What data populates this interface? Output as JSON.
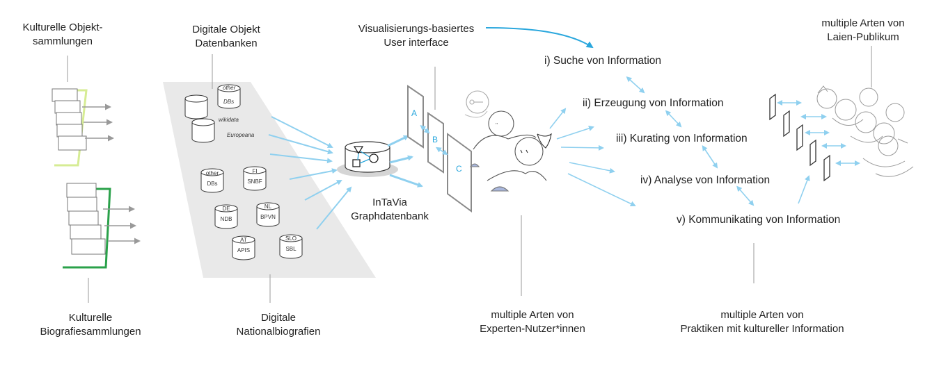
{
  "labels": {
    "kulturelle_objekt": [
      "Kulturelle Objekt-",
      "sammlungen"
    ],
    "digitale_objekt": [
      "Digitale Objekt",
      "Datenbanken"
    ],
    "vis_ui": [
      "Visualisierungs-basiertes",
      "User interface"
    ],
    "laien": [
      "multiple Arten von",
      "Laien-Publikum"
    ],
    "kulturelle_bio": [
      "Kulturelle",
      "Biografiesammlungen"
    ],
    "digitale_national": [
      "Digitale",
      "Nationalbiografien"
    ],
    "intavia": [
      "InTaVia",
      "Graphdatenbank"
    ],
    "experten": [
      "multiple Arten von",
      "Experten-Nutzer*innen"
    ],
    "praktiken": [
      "multiple Arten von",
      "Praktiken mit kultureller Information"
    ]
  },
  "steps": [
    "i)  Suche von Information",
    "ii)  Erzeugung von Information",
    "iii)  Kurating von Information",
    "iv)  Analyse von Information",
    "v)  Kommunikating von Information"
  ],
  "object_dbs": {
    "other_top": "other",
    "other_bottom": "DBs",
    "wikidata": "wikidata",
    "europeana": "Europeana"
  },
  "bio_dbs": [
    {
      "top": "other",
      "bottom": "DBs"
    },
    {
      "top": "FI",
      "bottom": "SNBF"
    },
    {
      "top": "DE",
      "bottom": "NDB"
    },
    {
      "top": "NL",
      "bottom": "BPVN"
    },
    {
      "top": "AT",
      "bottom": "APIS"
    },
    {
      "top": "SLO",
      "bottom": "SBL"
    }
  ],
  "panels": [
    "A",
    "B",
    "C"
  ],
  "colors": {
    "arrow_blue": "#8fd0ef",
    "label_blue": "#2aa7dd",
    "light_green": "#d6ec94",
    "dark_green": "#2aa14a",
    "grey_band": "#e9e9e9",
    "panel_grey": "#8a8a8a"
  }
}
